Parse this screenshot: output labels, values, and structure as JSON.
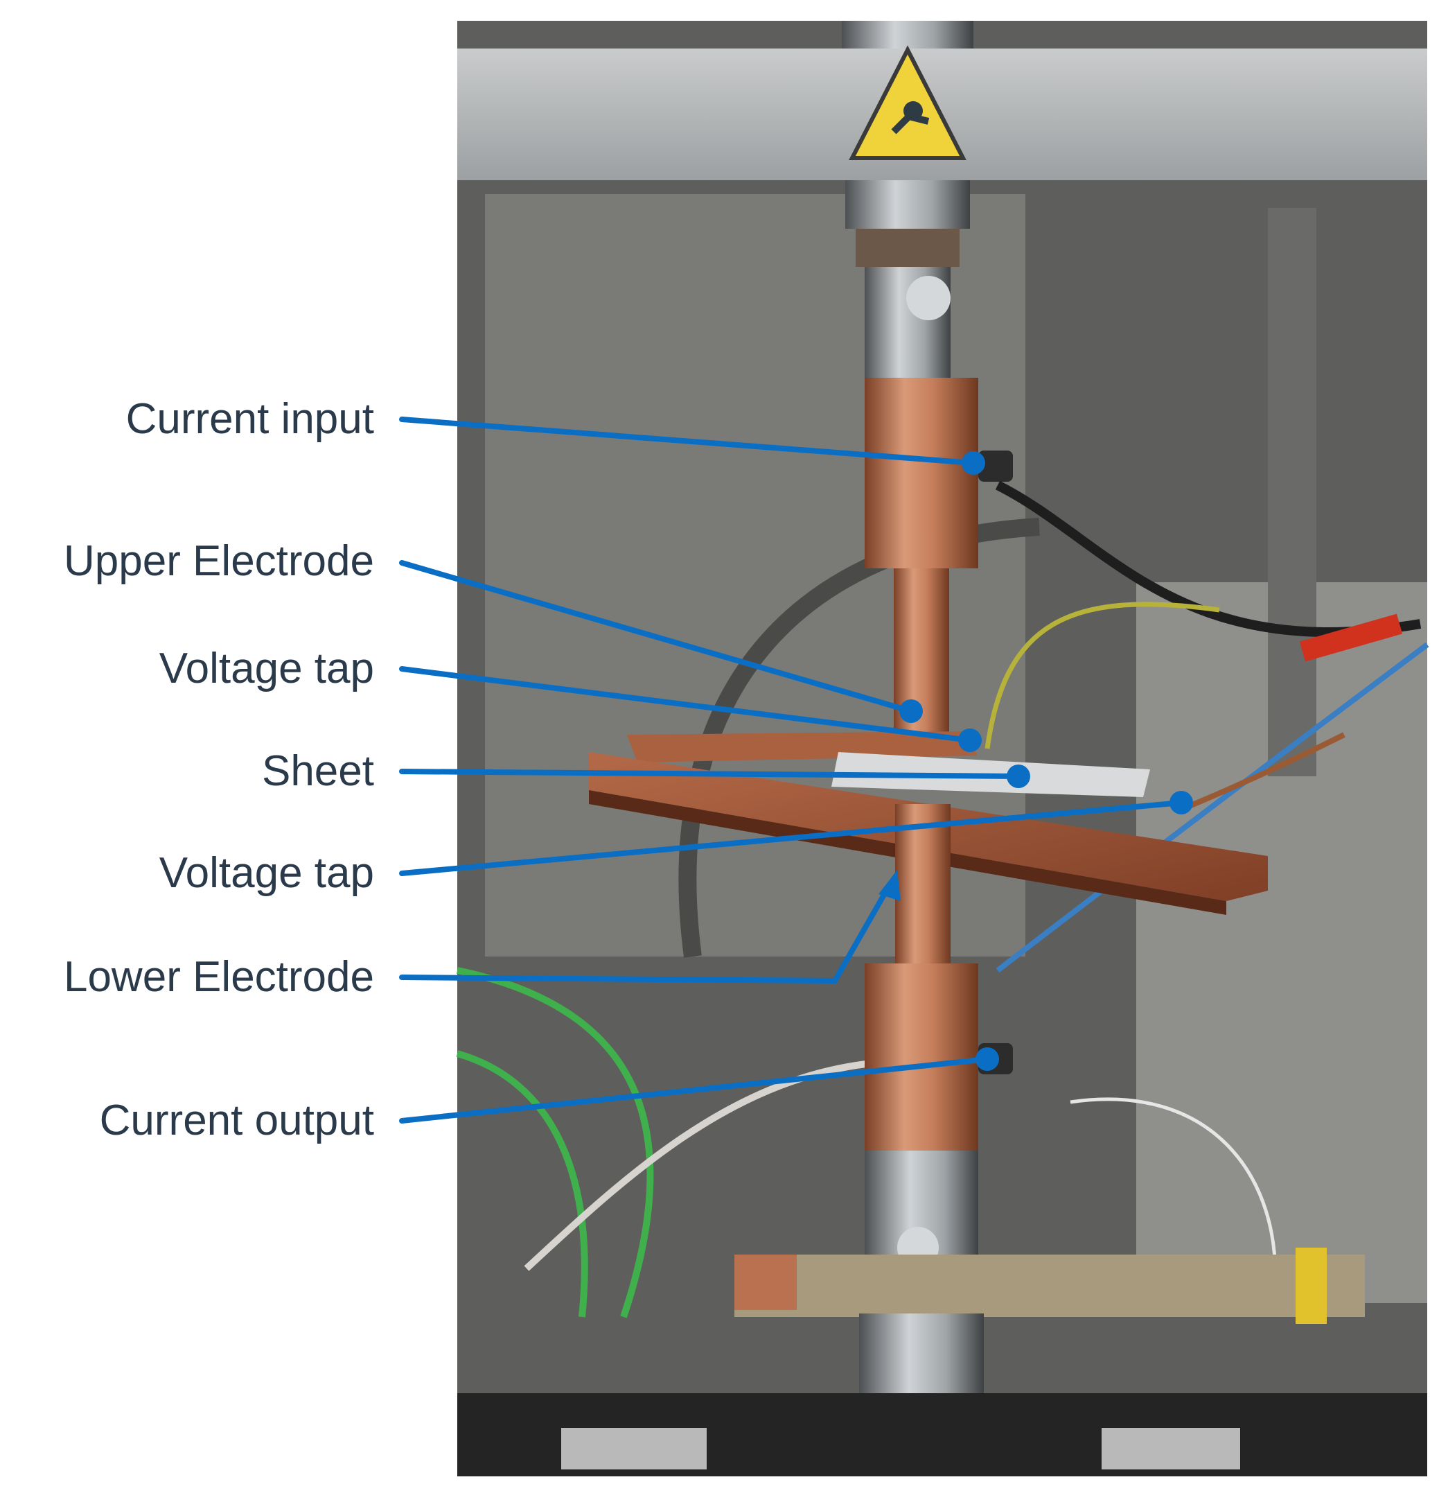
{
  "colors": {
    "leader": "#0a6fc4",
    "label_text": "#2b3a4a",
    "copper": "#b9714f",
    "steel": "#9ea3a6",
    "background_wall": "#5e5e5c"
  },
  "icons": [
    "warning-triangle-sign"
  ],
  "labels": {
    "current_input": "Current input",
    "upper_electrode": "Upper Electrode",
    "voltage_tap_upper": "Voltage tap",
    "sheet": "Sheet",
    "voltage_tap_lower": "Voltage tap",
    "lower_electrode": "Lower Electrode",
    "current_output": "Current output"
  }
}
